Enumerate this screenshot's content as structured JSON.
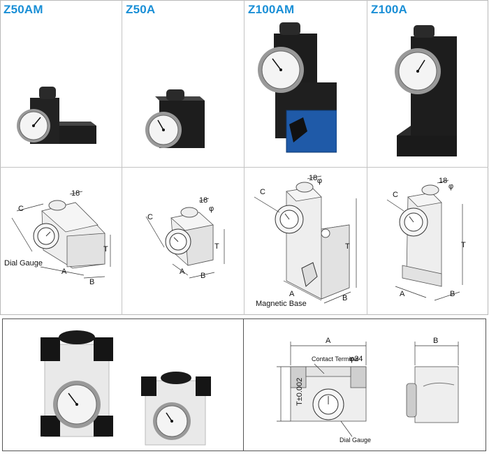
{
  "models": [
    {
      "name": "Z50AM"
    },
    {
      "name": "Z50A"
    },
    {
      "name": "Z100AM"
    },
    {
      "name": "Z100A"
    }
  ],
  "dims": {
    "a": "A",
    "b": "B",
    "c": "C",
    "t": "T",
    "d18": "18",
    "phi": "φ",
    "t_tol": "T±0.002",
    "phi34": "φ34"
  },
  "labels": {
    "dial_gauge": "Dial Gauge",
    "magnetic_base": "Magnetic Base",
    "contact_terminal": "Contact Terminal"
  },
  "colors": {
    "model_title": "#1a8fd6",
    "block_dark": "#1d1d1d",
    "magnet_blue": "#1f5aa8"
  }
}
